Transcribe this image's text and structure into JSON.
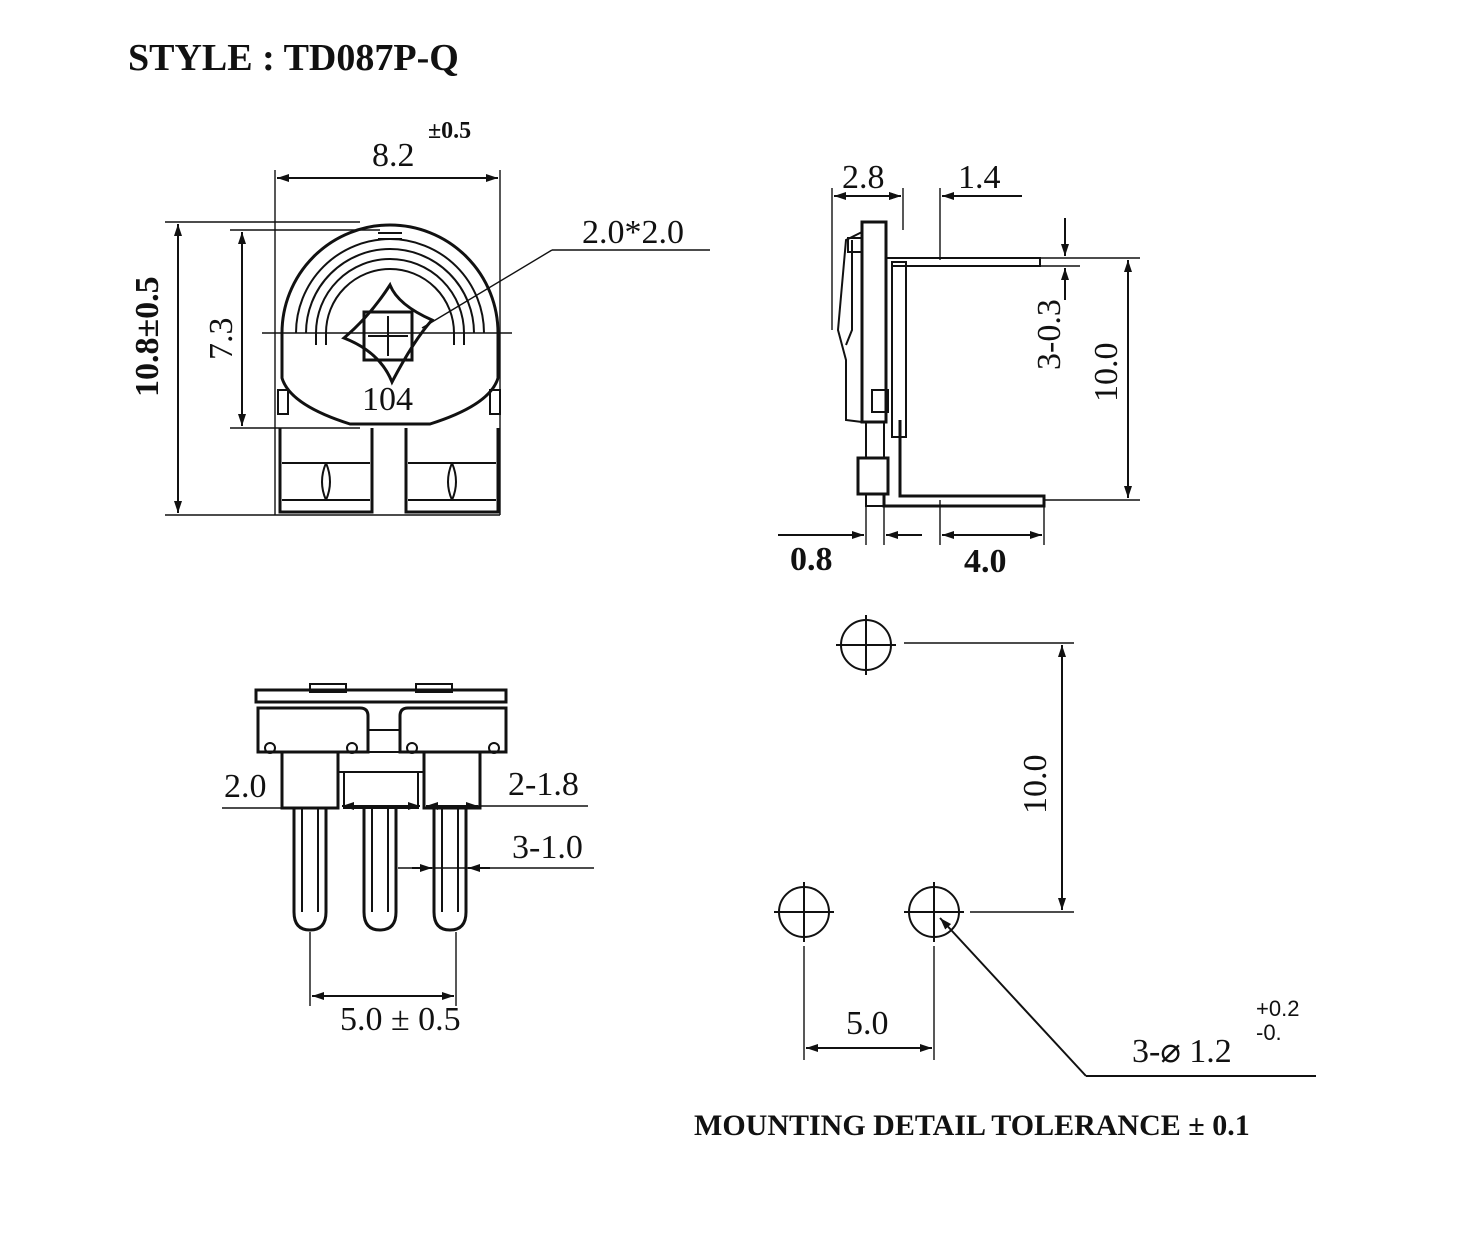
{
  "title": "STYLE : TD087P-Q",
  "front_view": {
    "width_value": "8.2",
    "width_tolerance": "±0.5",
    "height_value": "10.8±0.5",
    "body_height": "7.3",
    "adjust_slot": "2.0*2.0",
    "marking": "104"
  },
  "side_view": {
    "dim_2_8": "2.8",
    "dim_1_4": "1.4",
    "dim_3_0_3": "3-0.3",
    "dim_10_0": "10.0",
    "dim_0_8": "0.8",
    "dim_4_0": "4.0"
  },
  "bottom_view": {
    "dim_2_0": "2.0",
    "dim_2_1_8": "2-1.8",
    "dim_3_1_0": "3-1.0",
    "pitch": "5.0 ± 0.5"
  },
  "mounting_detail": {
    "vertical_spacing": "10.0",
    "horizontal_spacing": "5.0",
    "hole_label": "3-⌀ 1.2",
    "hole_tol_plus": "+0.2",
    "hole_tol_minus": "-0.",
    "footer": "MOUNTING DETAIL TOLERANCE ± 0.1"
  }
}
